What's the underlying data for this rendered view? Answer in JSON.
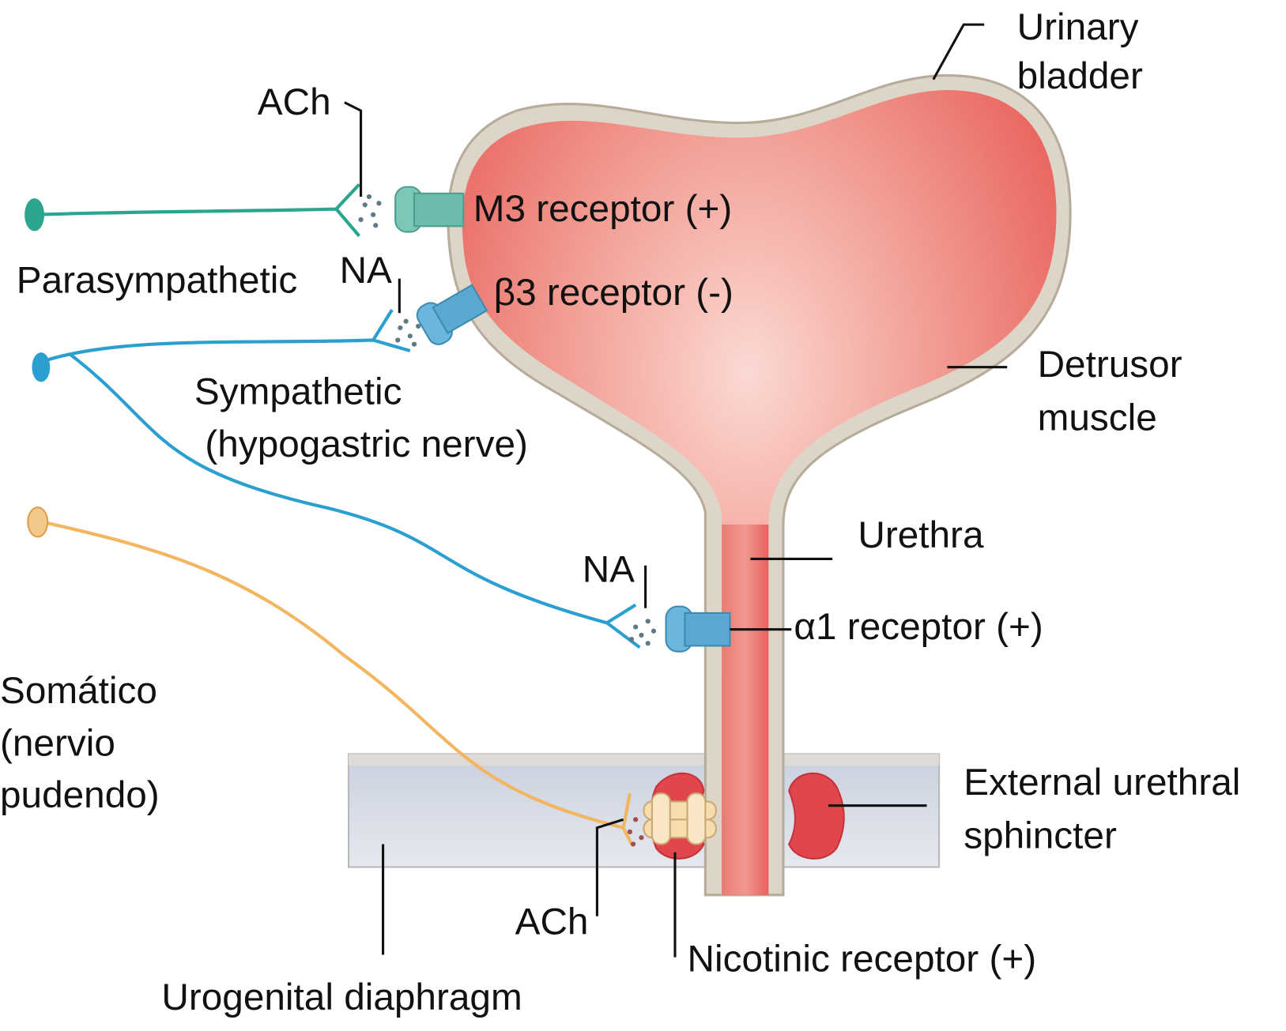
{
  "labels": {
    "urinary_bladder": [
      "Urinary",
      "bladder"
    ],
    "ach_top": "ACh",
    "m3": "M3 receptor (+)",
    "parasympathetic": "Parasympathetic",
    "na_top": "NA",
    "beta3": "β3 receptor (-)",
    "detrusor": [
      "Detrusor",
      "muscle"
    ],
    "sympathetic": [
      "Sympathetic",
      "(hypogastric nerve)"
    ],
    "urethra": "Urethra",
    "na_bottom": "NA",
    "alpha1": "α1 receptor (+)",
    "somatic": [
      "Somático",
      "(nervio",
      "pudendo)"
    ],
    "external_sphincter": [
      "External urethral",
      "sphincter"
    ],
    "ach_bottom": "ACh",
    "nicotinic": "Nicotinic receptor (+)",
    "urogenital": "Urogenital diaphragm"
  },
  "colors": {
    "parasympathetic_nerve": "#2aa58e",
    "sympathetic_nerve": "#2b9fd0",
    "somatic_nerve": "#f2b560",
    "bladder_lumen": "#e8625c",
    "bladder_wall": "#ddd5c8",
    "diaphragm": "#d3d9e5",
    "nicotinic_receptor": "#f6dcae"
  }
}
